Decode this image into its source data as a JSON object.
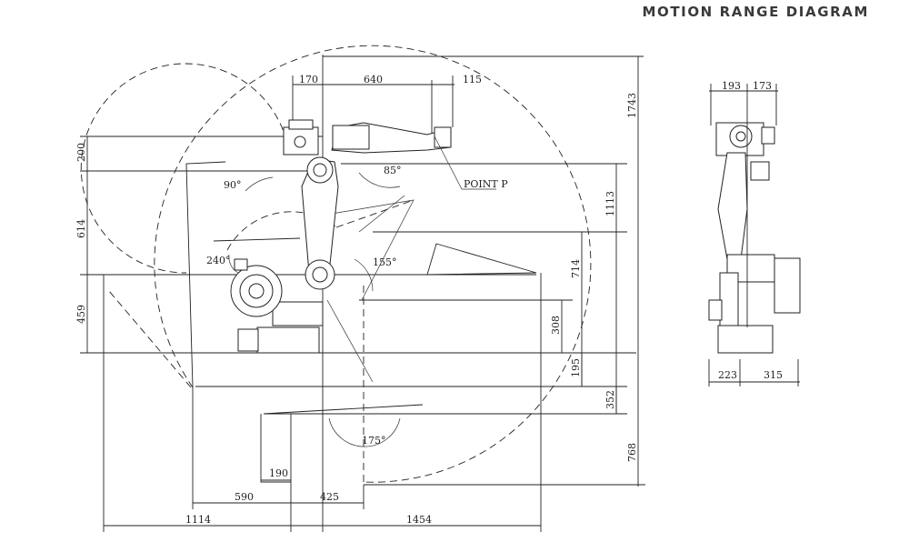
{
  "title": "MOTION RANGE DIAGRAM",
  "side_view": {
    "top_dims": [
      "170",
      "640",
      "115"
    ],
    "left_dims": [
      "200",
      "614",
      "459"
    ],
    "right_dims": [
      "1743",
      "1113",
      "714",
      "308",
      "195",
      "352",
      "768"
    ],
    "bottom_dims": [
      "190",
      "590",
      "425",
      "1114",
      "1454"
    ],
    "angles": [
      "90°",
      "85°",
      "240°",
      "155°",
      "175°"
    ],
    "point_label": "POINT P"
  },
  "front_view": {
    "top_dims": [
      "193",
      "173"
    ],
    "bottom_dims": [
      "223",
      "315"
    ]
  }
}
